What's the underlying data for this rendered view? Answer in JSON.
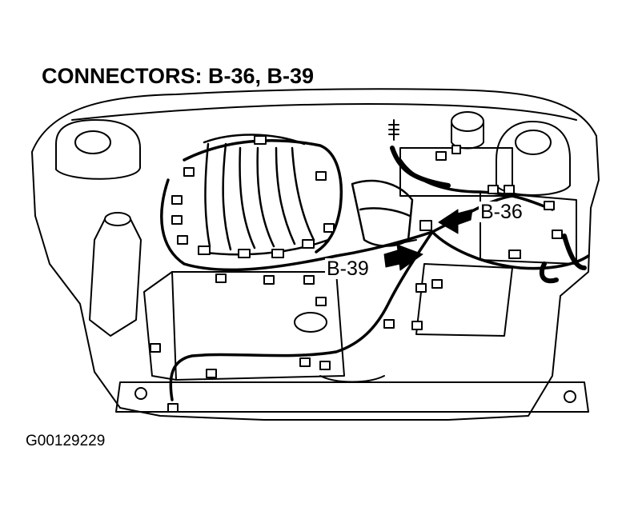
{
  "title": "CONNECTORS: B-36, B-39",
  "figure_id": "G00129229",
  "callouts": [
    {
      "label": "B-36"
    },
    {
      "label": "B-39"
    }
  ]
}
